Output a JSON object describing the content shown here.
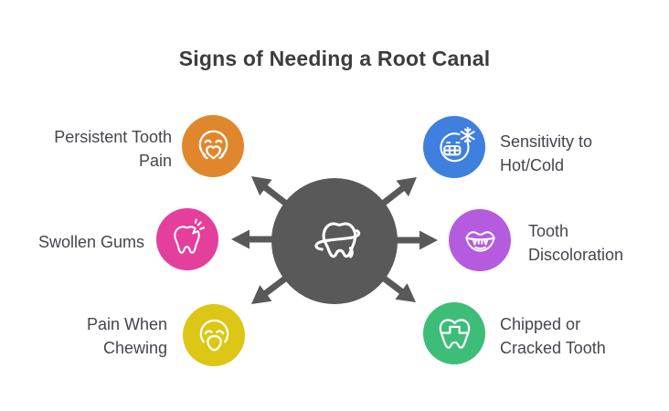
{
  "title": "Signs of Needing a Root Canal",
  "center": {
    "icon": "tooth-floss-icon",
    "color": "#595959"
  },
  "items": [
    {
      "label": "Persistent Tooth Pain",
      "color": "#E0872E",
      "icon": "hugging-face-icon",
      "side": "left"
    },
    {
      "label": "Swollen Gums",
      "color": "#E43F9D",
      "icon": "aching-tooth-icon",
      "side": "left"
    },
    {
      "label": "Pain When Chewing",
      "color": "#DCC716",
      "icon": "chewing-face-icon",
      "side": "left"
    },
    {
      "label": "Sensitivity to Hot/Cold",
      "color": "#3F7FDE",
      "icon": "cold-face-icon",
      "side": "right"
    },
    {
      "label": "Tooth Discoloration",
      "color": "#B45BE0",
      "icon": "discolored-mouth-icon",
      "side": "right"
    },
    {
      "label": "Chipped or Cracked Tooth",
      "color": "#3EBD79",
      "icon": "chipped-tooth-icon",
      "side": "right"
    }
  ],
  "colors": {
    "background": "#FFFFFF",
    "arrow": "#595959",
    "title_text": "#3D3D3D",
    "label_text": "#45454E"
  }
}
